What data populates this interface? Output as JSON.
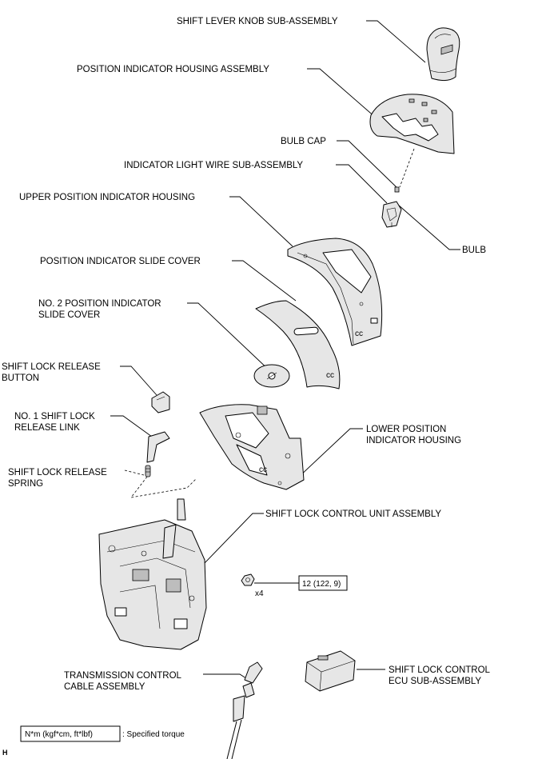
{
  "labels": {
    "shift_lever_knob": "SHIFT LEVER KNOB SUB-ASSEMBLY",
    "position_indicator_housing": "POSITION INDICATOR HOUSING ASSEMBLY",
    "bulb_cap": "BULB CAP",
    "indicator_light_wire": "INDICATOR LIGHT WIRE SUB-ASSEMBLY",
    "upper_position_indicator_housing": "UPPER POSITION INDICATOR HOUSING",
    "bulb": "BULB",
    "position_indicator_slide_cover": "POSITION INDICATOR SLIDE COVER",
    "no2_slide_cover_line1": "NO. 2 POSITION INDICATOR",
    "no2_slide_cover_line2": "SLIDE COVER",
    "shift_lock_release_button_line1": "SHIFT LOCK RELEASE",
    "shift_lock_release_button_line2": "BUTTON",
    "no1_shift_lock_release_link_line1": "NO. 1 SHIFT LOCK",
    "no1_shift_lock_release_link_line2": "RELEASE LINK",
    "lower_position_indicator_housing_line1": "LOWER POSITION",
    "lower_position_indicator_housing_line2": "INDICATOR HOUSING",
    "shift_lock_release_spring_line1": "SHIFT LOCK RELEASE",
    "shift_lock_release_spring_line2": "SPRING",
    "shift_lock_control_unit": "SHIFT LOCK CONTROL UNIT ASSEMBLY",
    "bolt_quantity": "x4",
    "torque_value": "12 (122, 9)",
    "transmission_cable_line1": "TRANSMISSION CONTROL",
    "transmission_cable_line2": "CABLE ASSEMBLY",
    "ecu_line1": "SHIFT LOCK CONTROL",
    "ecu_line2": "ECU SUB-ASSEMBLY"
  },
  "part_marks": {
    "slide_cover_mark": "cc",
    "upper_housing_mark": "cc",
    "lower_housing_mark": "cc"
  },
  "legend": {
    "unit": "N*m (kgf*cm, ft*lbf)",
    "description": ": Specified torque"
  },
  "corner_mark": "H"
}
